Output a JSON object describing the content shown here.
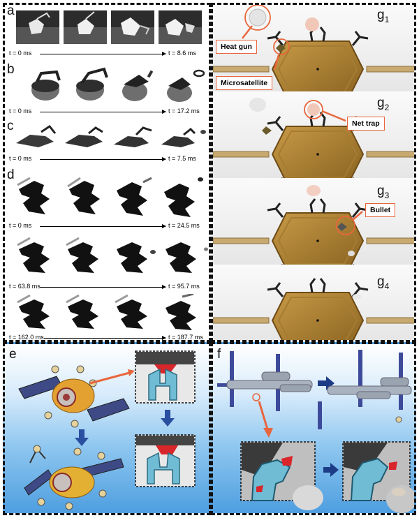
{
  "panels": {
    "a": {
      "label": "a",
      "t_start": "t = 0 ms",
      "t_end": "t = 8.6 ms"
    },
    "b": {
      "label": "b",
      "t_start": "t = 0 ms",
      "t_end": "t = 17.2 ms"
    },
    "c": {
      "label": "c",
      "t_start": "t = 0 ms",
      "t_end": "t = 7.5 ms"
    },
    "d": {
      "label": "d",
      "rows": [
        {
          "t_start": "t = 0 ms",
          "t_end": "t = 24.5 ms"
        },
        {
          "t_start": "t = 63.8 ms",
          "t_end": "t = 95.7 ms"
        },
        {
          "t_start": "t = 162.0 ms",
          "t_end": "t = 187.7 ms"
        }
      ]
    },
    "e": {
      "label": "e"
    },
    "f": {
      "label": "f"
    },
    "g": {
      "label": "g",
      "subpanels": [
        {
          "base": "g",
          "sub": "1"
        },
        {
          "base": "g",
          "sub": "2"
        },
        {
          "base": "g",
          "sub": "3"
        },
        {
          "base": "g",
          "sub": "4"
        }
      ],
      "callouts": {
        "heat_gun": "Heat gun",
        "microsatellite": "Microsatellite",
        "net_trap": "Net trap",
        "bullet": "Bullet"
      }
    }
  },
  "colors": {
    "accent_callout": "#e8663d",
    "gripper_cyan": "#6fbcd4",
    "red_part": "#d9262a",
    "hex_gold": "#b98a3a"
  }
}
